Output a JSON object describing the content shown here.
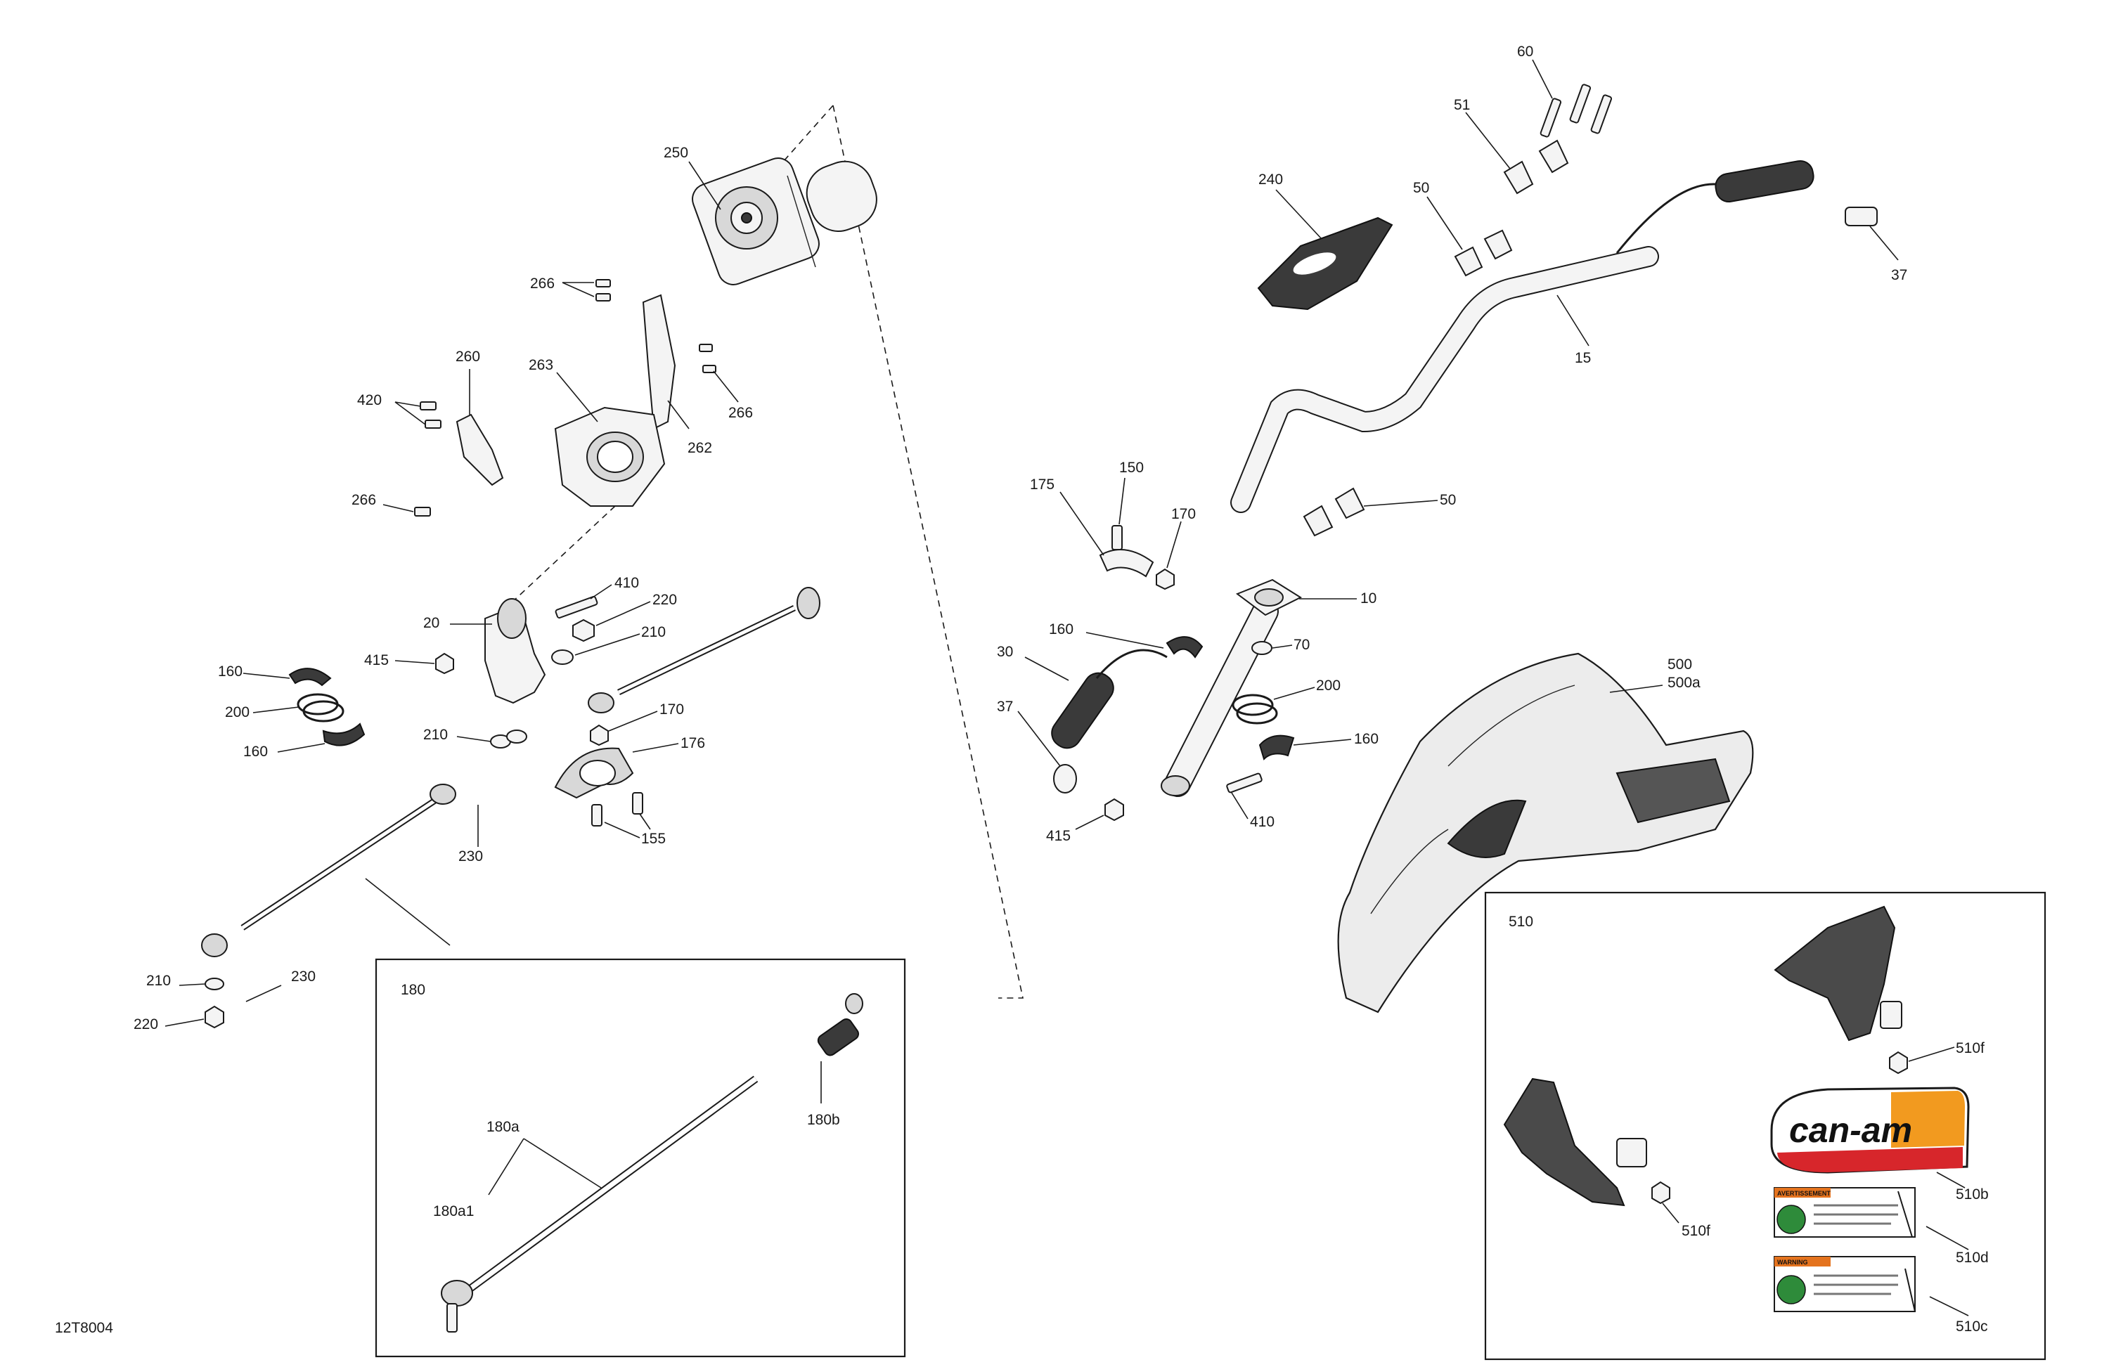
{
  "diagram_code": "12T8004",
  "callouts": {
    "c250": "250",
    "c266a": "266",
    "c266b": "266",
    "c266c": "266",
    "c260": "260",
    "c263": "263",
    "c262": "262",
    "c420": "420",
    "c410a": "410",
    "c220a": "220",
    "c20": "20",
    "c210a": "210",
    "c415a": "415",
    "c160a": "160",
    "c200a": "200",
    "c160b": "160",
    "c170a": "170",
    "c176": "176",
    "c210b": "210",
    "c230a": "230",
    "c155": "155",
    "c210c": "210",
    "c230b": "230",
    "c220b": "220",
    "c60": "60",
    "c51": "51",
    "c240": "240",
    "c50a": "50",
    "c37a": "37",
    "c15": "15",
    "c50b": "50",
    "c175": "175",
    "c150": "150",
    "c170b": "170",
    "c10": "10",
    "c160c": "160",
    "c70": "70",
    "c30": "30",
    "c200b": "200",
    "c37b": "37",
    "c160d": "160",
    "c410b": "410",
    "c415b": "415",
    "c500": "500",
    "c500a": "500a"
  },
  "inset_180": {
    "title": "180",
    "c180a": "180a",
    "c180a1": "180a1",
    "c180b": "180b"
  },
  "inset_510": {
    "title": "510",
    "c510f_top": "510f",
    "c510f_bottom": "510f",
    "c510b": "510b",
    "c510d": "510d",
    "c510c": "510c",
    "logo_text": "can-am",
    "decal_d_header": "AVERTISSEMENT",
    "decal_c_header": "WARNING"
  },
  "colors": {
    "logo_red": "#d7262b",
    "logo_orange": "#f29a1f",
    "decal_orange": "#e4731e",
    "decal_green": "#2e8b3a",
    "line": "#1a1a1a"
  }
}
